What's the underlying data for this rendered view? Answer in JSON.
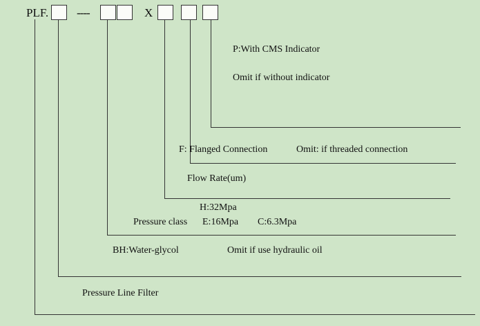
{
  "header": {
    "prefix": "PLF.",
    "separator": "----",
    "x_mark": "X"
  },
  "fields": {
    "indicator": {
      "option": "P:With CMS Indicator",
      "omit": "Omit if without indicator"
    },
    "connection": {
      "option": "F: Flanged Connection",
      "omit": "Omit: if threaded connection"
    },
    "flow_rate": {
      "label": "Flow Rate(um)"
    },
    "pressure": {
      "label": "Pressure class",
      "h": "H:32Mpa",
      "e": "E:16Mpa",
      "c": "C:6.3Mpa"
    },
    "medium": {
      "option": "BH:Water-glycol",
      "omit": "Omit if use hydraulic oil"
    },
    "product": {
      "label": "Pressure Line Filter"
    }
  },
  "colors": {
    "background": "#cfe5c8",
    "line": "#333333",
    "box_fill": "#fbfcf8"
  }
}
